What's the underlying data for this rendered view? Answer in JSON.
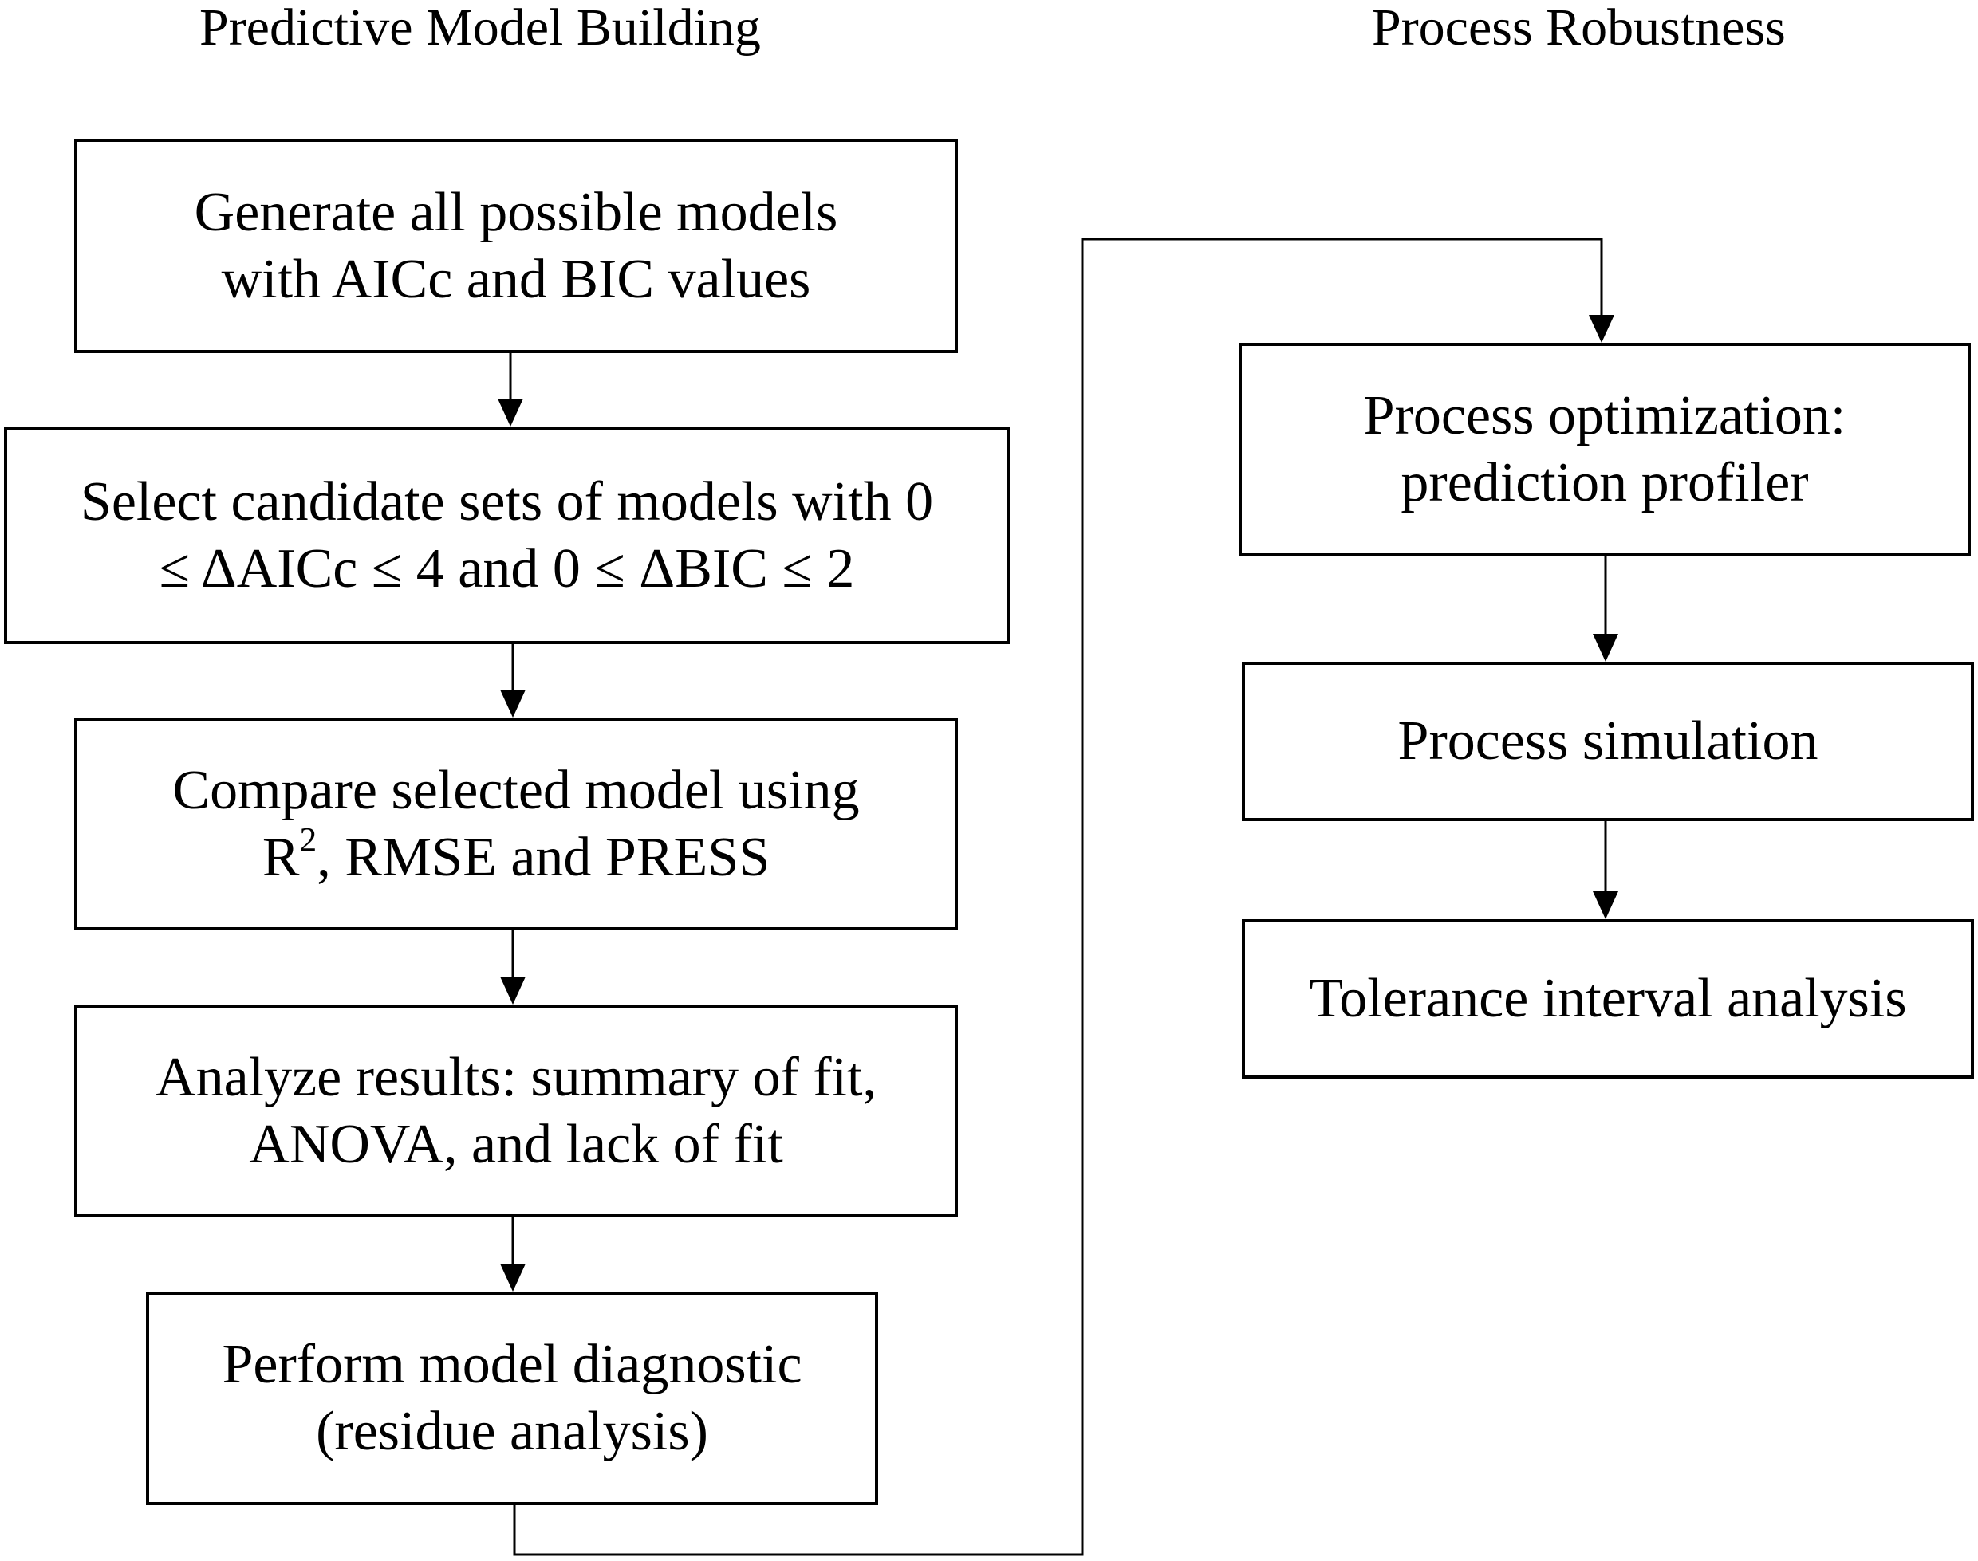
{
  "headings": {
    "left": "Predictive Model Building",
    "right": "Process Robustness"
  },
  "left_column": {
    "box1": {
      "line1": "Generate all possible models",
      "line2": "with AICc and BIC values"
    },
    "box2": {
      "line1": "Select candidate sets of models with 0",
      "line2": "≤ ΔAICc ≤ 4 and 0 ≤ ΔBIC ≤ 2"
    },
    "box3": {
      "line1": "Compare selected model using",
      "line2_base": "R",
      "line2_sup": "2",
      "line2_rest": ", RMSE and PRESS"
    },
    "box4": {
      "line1": "Analyze results: summary of fit,",
      "line2": "ANOVA, and lack of fit"
    },
    "box5": {
      "line1": "Perform model diagnostic",
      "line2": "(residue analysis)"
    }
  },
  "right_column": {
    "box1": {
      "line1": "Process optimization:",
      "line2": "prediction profiler"
    },
    "box2": {
      "line1": "Process simulation"
    },
    "box3": {
      "line1": "Tolerance interval analysis"
    }
  }
}
